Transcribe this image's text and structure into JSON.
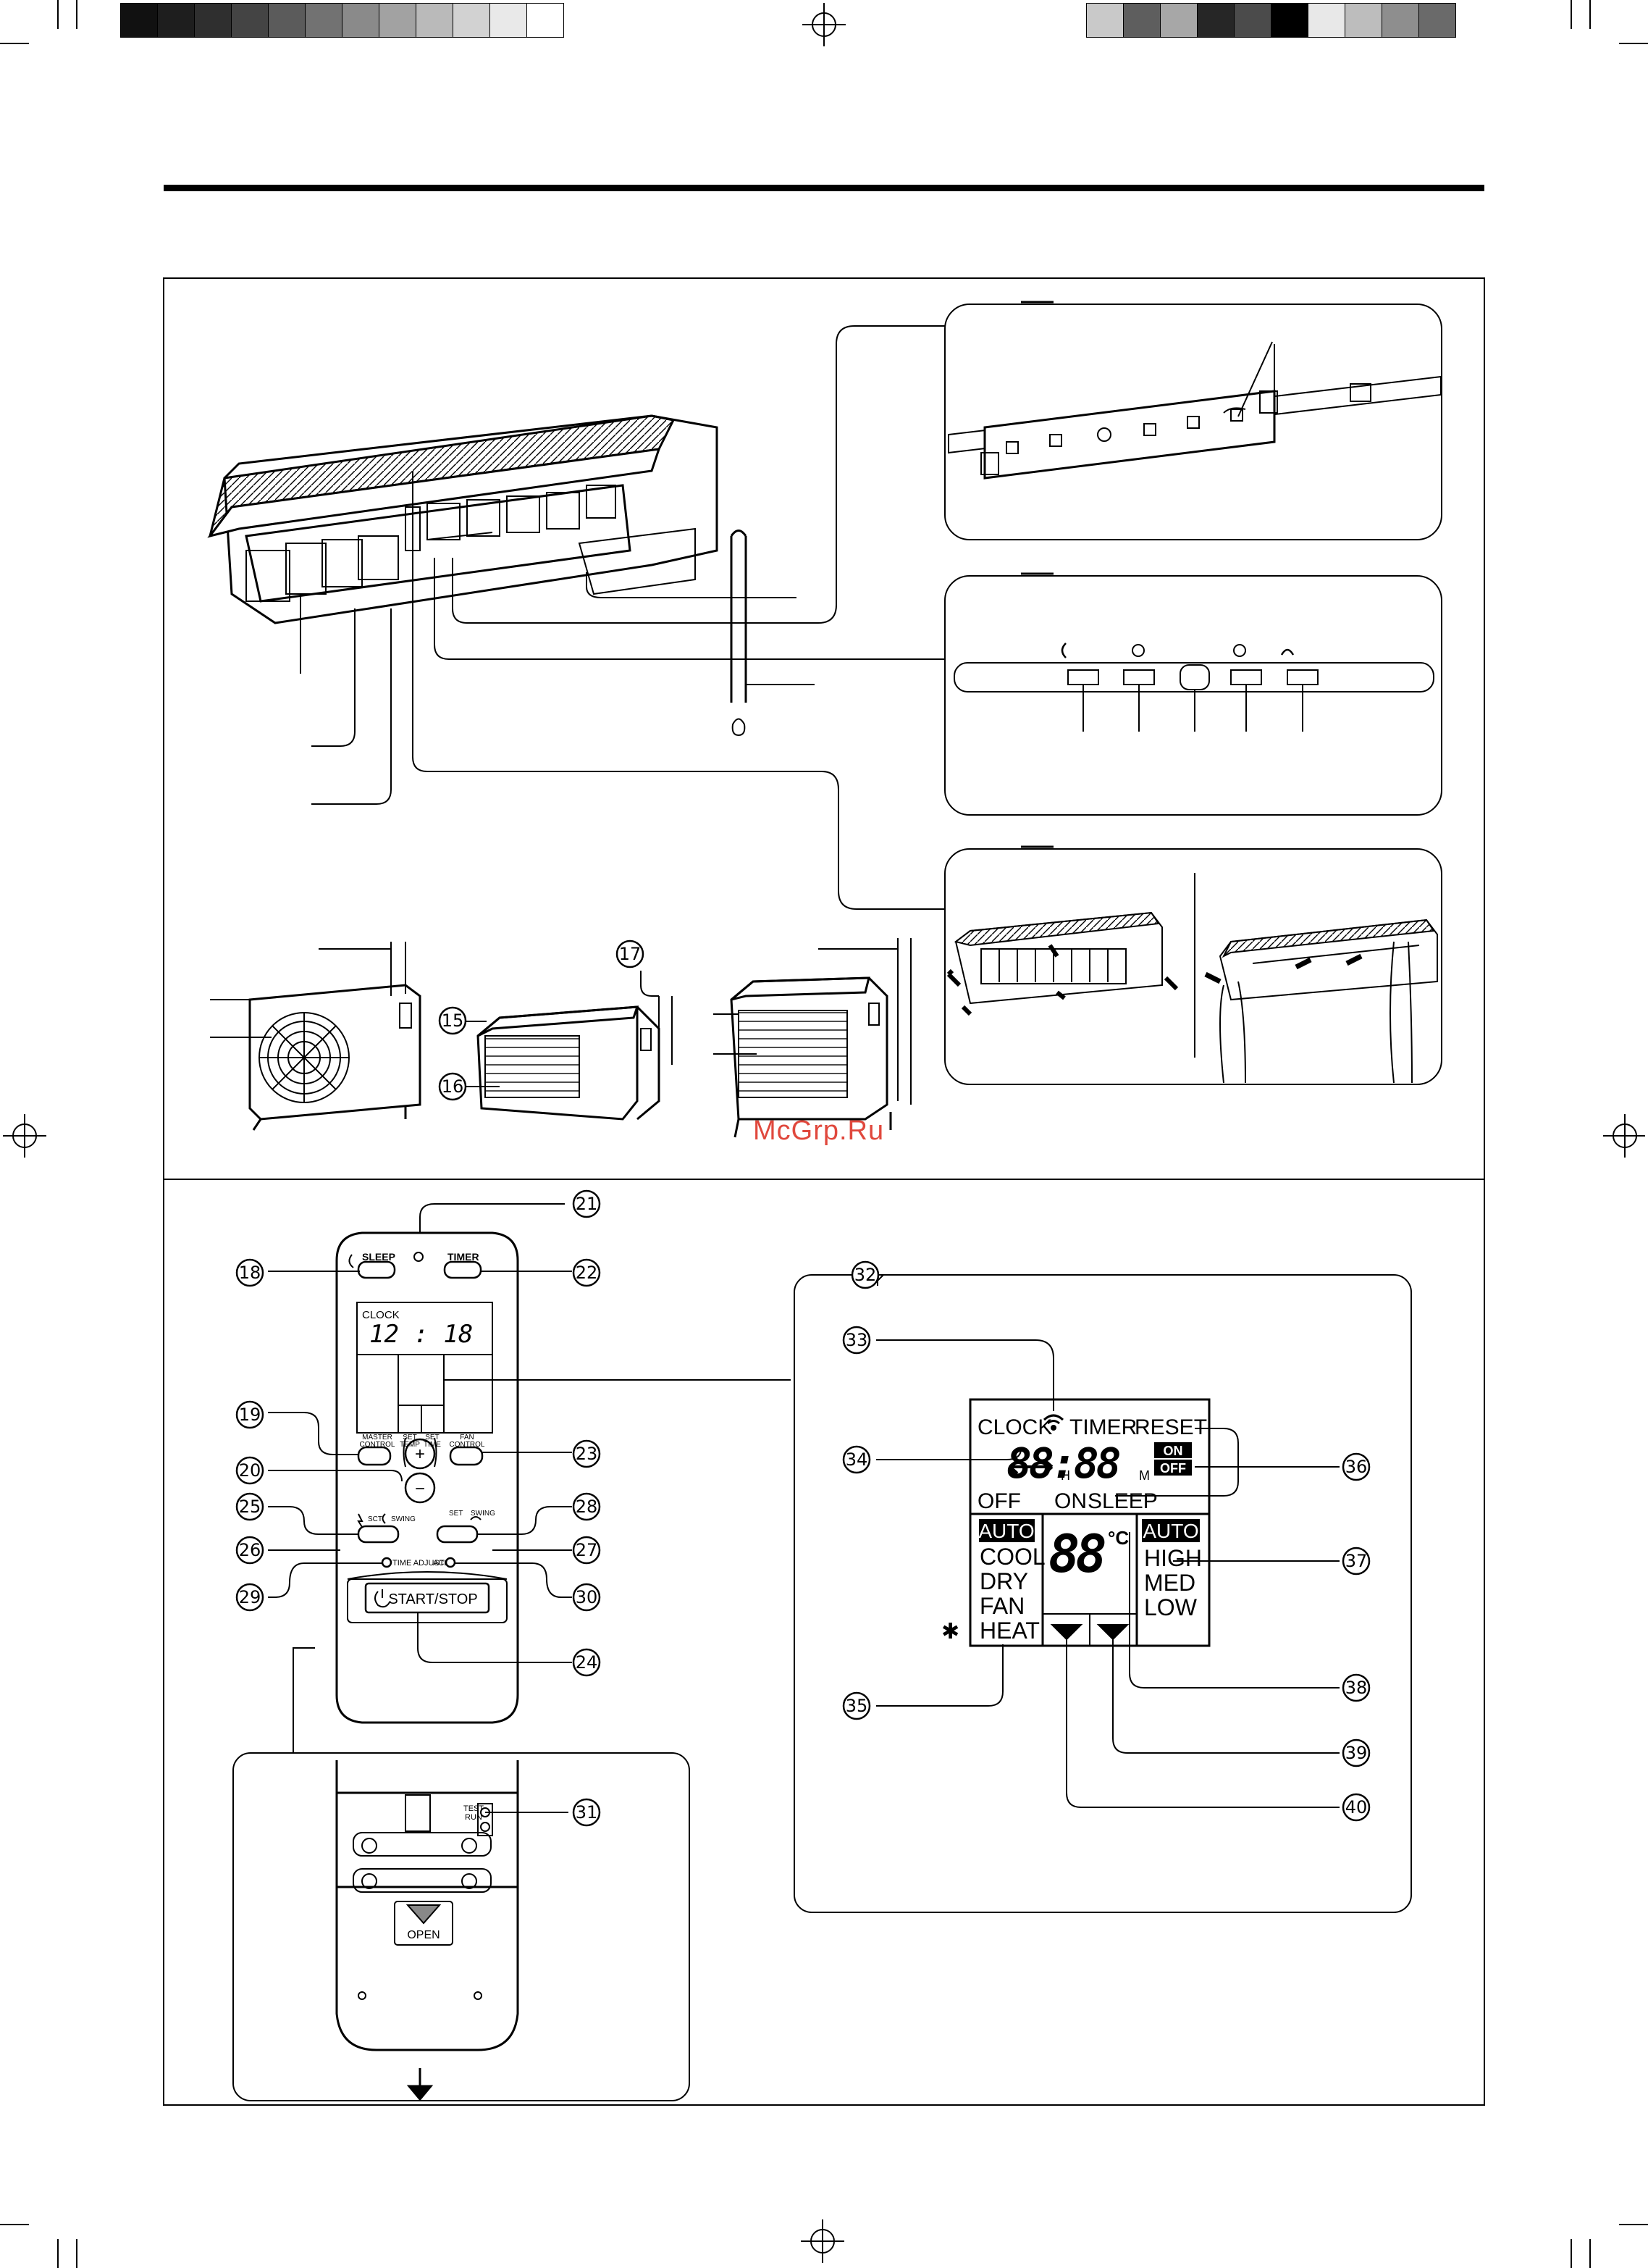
{
  "color_bar_left": [
    "#111111",
    "#1e1e1e",
    "#2f2f2f",
    "#444444",
    "#5b5b5b",
    "#727272",
    "#8a8a8a",
    "#a2a2a2",
    "#bababa",
    "#d2d2d2",
    "#e9e9e9",
    "#ffffff"
  ],
  "color_bar_right": [
    "#c9c9c9",
    "#5e5e5e",
    "#a7a7a7",
    "#262626",
    "#4b4b4b",
    "#000000",
    "#e8e8e8",
    "#bdbdbd",
    "#8e8e8e",
    "#6a6a6a"
  ],
  "callouts": {
    "n15": "15",
    "n16": "16",
    "n17": "17",
    "n18": "18",
    "n19": "19",
    "n20": "20",
    "n21": "21",
    "n22": "22",
    "n23": "23",
    "n24": "24",
    "n25": "25",
    "n26": "26",
    "n27": "27",
    "n28": "28",
    "n29": "29",
    "n30": "30",
    "n31": "31",
    "n32": "32",
    "n33": "33",
    "n34": "34",
    "n35": "35",
    "n36": "36",
    "n37": "37",
    "n38": "38",
    "n39": "39",
    "n40": "40"
  },
  "remote": {
    "sleep": "SLEEP",
    "timer": "TIMER",
    "clock_label": "CLOCK",
    "clock_value": "12 : 18",
    "master_control": [
      "MASTER",
      "CONTROL"
    ],
    "set_temp": [
      "SET",
      "TEMP"
    ],
    "set_time": [
      "SET",
      "TIME"
    ],
    "fan_control": [
      "FAN",
      "CONTROL"
    ],
    "plus": "+",
    "minus": "−",
    "sct": "SCT",
    "swing_left": "SWING",
    "set_right": "SET",
    "swing_right": "SWING",
    "time_adjust": "TIME ADJUST",
    "acl": "ACL",
    "start_stop": "START/STOP",
    "test_run": [
      "TEST",
      "RUN"
    ],
    "open": "OPEN"
  },
  "lcd": {
    "clock": "CLOCK",
    "timer": "TIMER",
    "reset": "RESET",
    "time_digits": "88:88",
    "hour_unit": "H",
    "minute_unit": "M",
    "on_badge": "ON",
    "off_badge": "OFF",
    "off_arrow_on": "OFF",
    "on_word": "ON",
    "sleep": "SLEEP",
    "modes": [
      "AUTO",
      "COOL",
      "DRY",
      "FAN",
      "HEAT"
    ],
    "temp_digits": "88",
    "temp_unit": "°C",
    "fan_speeds": [
      "AUTO",
      "HIGH",
      "MED",
      "LOW"
    ],
    "asterisk": "✱"
  },
  "watermark": "McGrp.Ru"
}
